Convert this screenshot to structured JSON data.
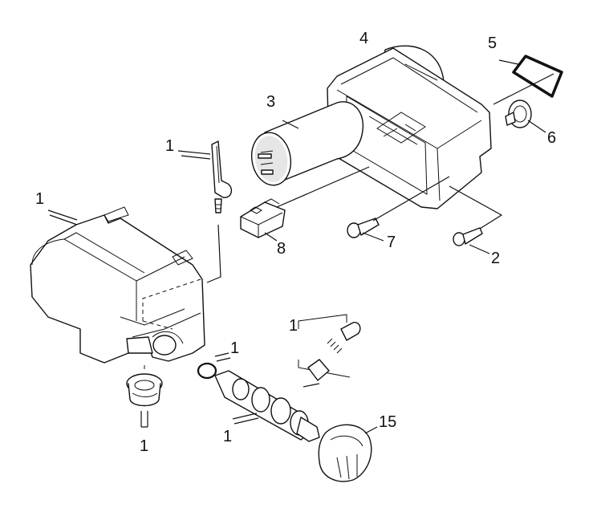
{
  "callouts": {
    "c1_pin": "1",
    "c1_housing": "1",
    "c1_spring": "1",
    "c1_oring": "1",
    "c1_grommet": "1",
    "c1_shaft": "1",
    "c2": "2",
    "c3": "3",
    "c4": "4",
    "c5": "5",
    "c6": "6",
    "c7": "7",
    "c8": "8",
    "c15": "15"
  }
}
